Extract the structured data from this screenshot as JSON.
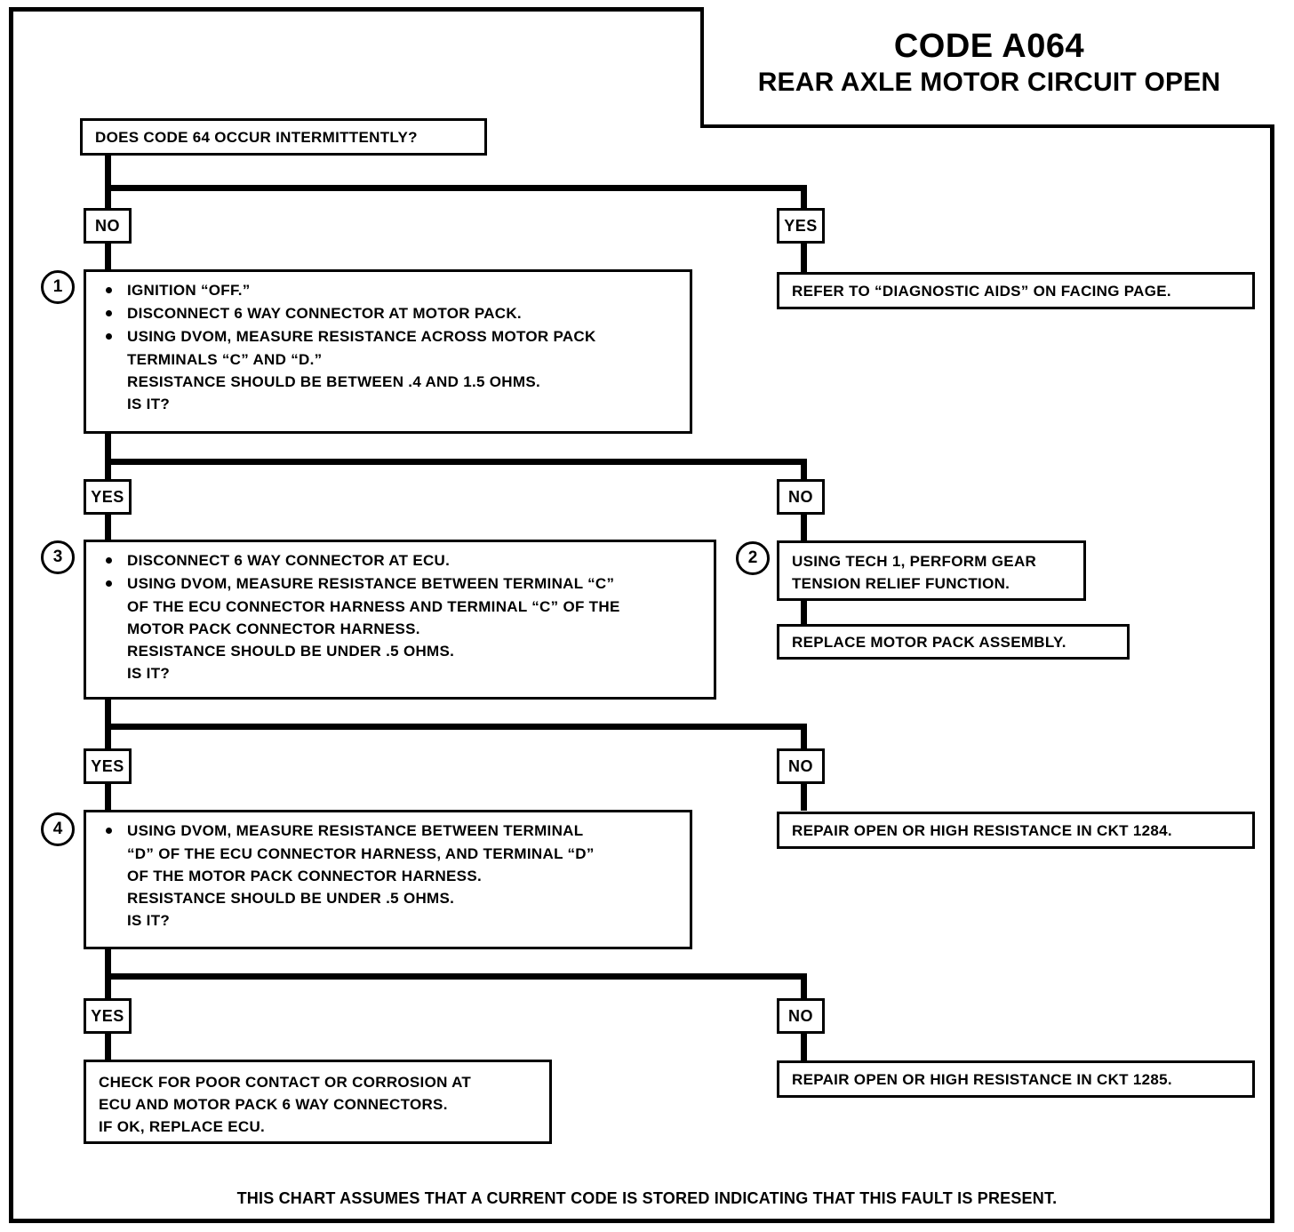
{
  "title": {
    "code": "CODE A064",
    "subtitle": "REAR AXLE MOTOR CIRCUIT OPEN"
  },
  "question": {
    "text": "DOES CODE 64 OCCUR INTERMITTENTLY?"
  },
  "branches": {
    "b1_left": "NO",
    "b1_right": "YES",
    "b2_left": "YES",
    "b2_right": "NO",
    "b3_left": "YES",
    "b3_right": "NO",
    "b4_left": "YES",
    "b4_right": "NO"
  },
  "steps": {
    "step1": {
      "number": "1",
      "bullets": [
        "IGNITION “OFF.”",
        "DISCONNECT 6 WAY CONNECTOR AT MOTOR PACK.",
        "USING DVOM, MEASURE RESISTANCE ACROSS MOTOR PACK"
      ],
      "cont": [
        "TERMINALS “C” AND “D.”",
        "RESISTANCE SHOULD BE  BETWEEN .4 AND 1.5 OHMS.",
        "IS IT?"
      ]
    },
    "step2": {
      "number": "2",
      "line1": "USING TECH 1, PERFORM GEAR",
      "line2": "TENSION RELIEF FUNCTION."
    },
    "step3": {
      "number": "3",
      "bullets": [
        "DISCONNECT 6 WAY CONNECTOR AT ECU.",
        "USING DVOM, MEASURE RESISTANCE BETWEEN TERMINAL “C”"
      ],
      "cont": [
        "OF THE ECU CONNECTOR HARNESS AND TERMINAL “C” OF THE",
        "MOTOR PACK CONNECTOR HARNESS.",
        "RESISTANCE SHOULD BE UNDER .5 OHMS.",
        "IS IT?"
      ]
    },
    "step4": {
      "number": "4",
      "bullets": [
        "USING DVOM, MEASURE RESISTANCE BETWEEN TERMINAL"
      ],
      "cont": [
        "“D” OF THE ECU CONNECTOR HARNESS, AND TERMINAL “D”",
        "OF THE MOTOR PACK CONNECTOR HARNESS.",
        "RESISTANCE SHOULD BE UNDER .5 OHMS.",
        "IS IT?"
      ]
    }
  },
  "results": {
    "diagnostic_aids": "REFER TO “DIAGNOSTIC AIDS” ON FACING PAGE.",
    "replace_motor_pack": "REPLACE MOTOR PACK ASSEMBLY.",
    "repair_ckt_1284": "REPAIR OPEN OR HIGH RESISTANCE IN CKT 1284.",
    "repair_ckt_1285": "REPAIR OPEN OR HIGH RESISTANCE IN CKT 1285.",
    "check_contact": {
      "line1": "CHECK FOR POOR CONTACT OR CORROSION AT",
      "line2": "ECU AND MOTOR PACK 6 WAY CONNECTORS.",
      "line3": "IF OK, REPLACE ECU."
    }
  },
  "footer": {
    "note": "THIS CHART ASSUMES THAT A CURRENT CODE IS STORED INDICATING THAT THIS FAULT IS PRESENT."
  }
}
